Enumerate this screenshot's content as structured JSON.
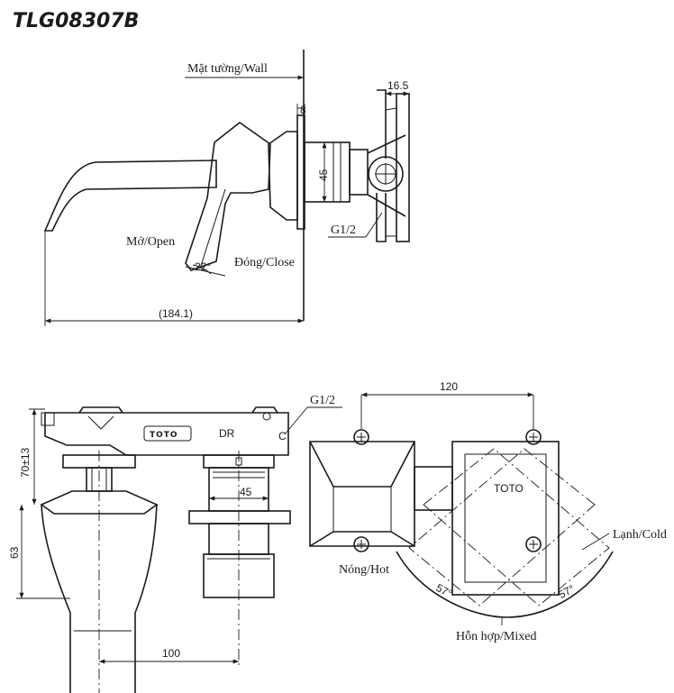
{
  "title": "TLG08307B",
  "side_view": {
    "wall_label": "Mặt tường/Wall",
    "open_label": "Mở/Open",
    "close_label": "Đóng/Close",
    "angle_label": "22°",
    "thread_label": "G1/2",
    "dim_depth": "16.5",
    "dim_thickness": "8",
    "dim_diameter": "45",
    "dim_length": "(184.1)"
  },
  "front_view": {
    "thread_label": "G1/2",
    "brand_text": "TOTO",
    "dr_text": "DR",
    "c_text": "C",
    "dim_range": "70±13",
    "dim_height": "63",
    "dim_diameter": "45",
    "dim_offset": "100"
  },
  "top_view": {
    "dim_width": "120",
    "cold_label": "Lạnh/Cold",
    "hot_label": "Nóng/Hot",
    "mixed_label": "Hỗn hợp/Mixed",
    "angle_left": "57°",
    "angle_right": "57°"
  }
}
